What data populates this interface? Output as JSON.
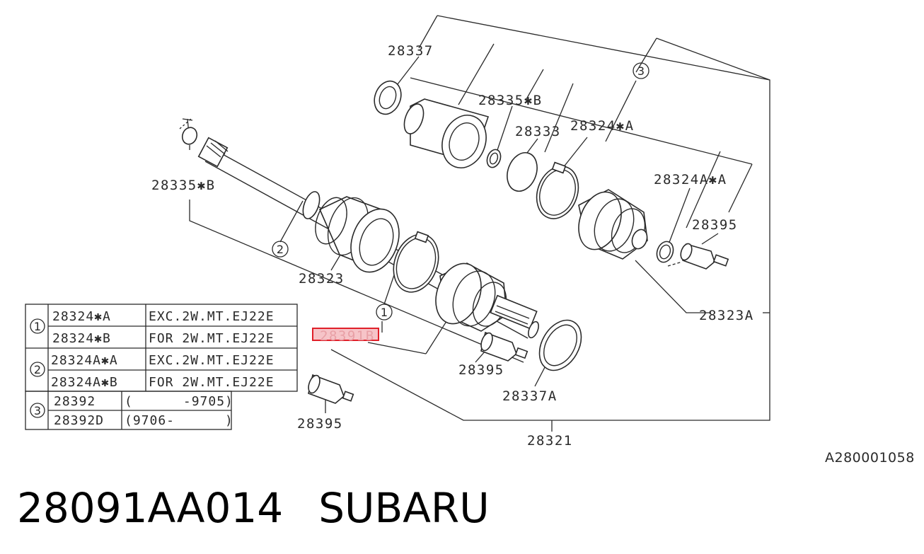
{
  "labels": {
    "p28337": "28337",
    "p28335b_top": "28335✱B",
    "p28333": "28333",
    "p28324a": "28324✱A",
    "p28324aa": "28324A✱A",
    "p28395_right": "28395",
    "p28335b_left": "28335✱B",
    "p28323": "28323",
    "p28323a": "28323A",
    "p28391b": "28391B",
    "p28395_mid": "28395",
    "p28337a": "28337A",
    "p28395_bottom": "28395",
    "p28321": "28321"
  },
  "callouts": {
    "c1": "1",
    "c2": "2",
    "c3": "3"
  },
  "table": {
    "groups": [
      {
        "num": "1",
        "rows": [
          {
            "part": "28324✱A",
            "desc": "EXC.2W.MT.EJ22E"
          },
          {
            "part": "28324✱B",
            "desc": "FOR 2W.MT.EJ22E"
          }
        ]
      },
      {
        "num": "2",
        "rows": [
          {
            "part": "28324A✱A",
            "desc": "EXC.2W.MT.EJ22E"
          },
          {
            "part": "28324A✱B",
            "desc": "FOR 2W.MT.EJ22E"
          }
        ]
      },
      {
        "num": "3",
        "rows": [
          {
            "part": "28392",
            "desc": "(      -9705)"
          },
          {
            "part": "28392D",
            "desc": "(9706-      )"
          }
        ]
      }
    ]
  },
  "reference": "A280001058",
  "caption": {
    "part_number": "28091AA014",
    "brand": "SUBARU"
  },
  "colors": {
    "line": "#2a2a2a",
    "highlight": "#e0202a",
    "highlight_fill": "#f6c4c8"
  }
}
